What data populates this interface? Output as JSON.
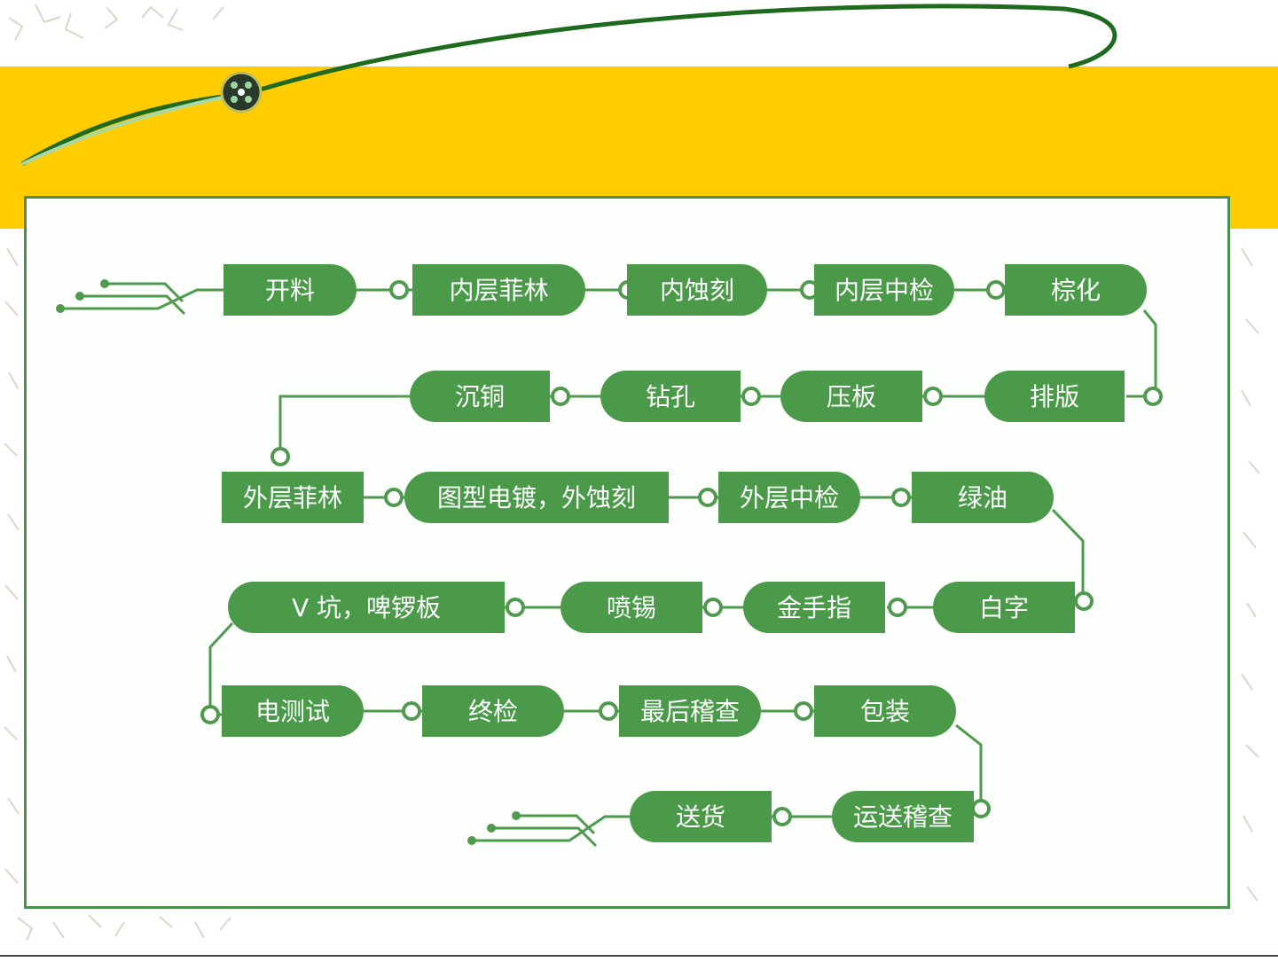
{
  "colors": {
    "accent_yellow": "#ffcc00",
    "node_green": "#4a9a4a",
    "wire_green": "#4f9a4f",
    "curve_green": "#1e6b1e",
    "panel_border": "#4a8f4a"
  },
  "decorations": {
    "corner_icon": "circuit-chip-icon"
  },
  "flow": {
    "rows": [
      [
        "开料",
        "内层菲林",
        "内蚀刻",
        "内层中检",
        "棕化"
      ],
      [
        "沉铜",
        "钻孔",
        "压板",
        "排版"
      ],
      [
        "外层菲林",
        "图型电镀，外蚀刻",
        "外层中检",
        "绿油"
      ],
      [
        "V 坑，啤锣板",
        "喷锡",
        "金手指",
        "白字"
      ],
      [
        "电测试",
        "终检",
        "最后稽查",
        "包装"
      ],
      [
        "送货",
        "运送稽查"
      ]
    ]
  }
}
